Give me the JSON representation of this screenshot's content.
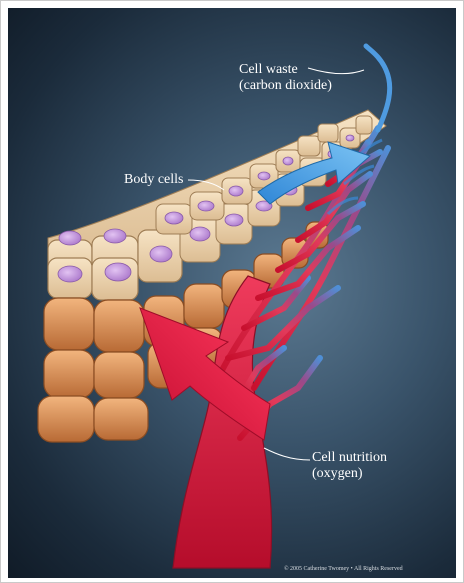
{
  "labels": {
    "cell_waste": [
      "Cell waste",
      "(carbon dioxide)"
    ],
    "body_cells": "Body cells",
    "cell_nutrition": [
      "Cell nutrition",
      "(oxygen)"
    ]
  },
  "credit": "© 2005 Catherine Twomey • All Rights Reserved",
  "colors": {
    "background_top": "#3a546b",
    "cell_tissue": "#e8c898",
    "nucleus": "#c79be0",
    "artery_red": "#e0203f",
    "vein_blue": "#3a8ad8",
    "oxygen_arrow": "#e4173b",
    "waste_arrow": "#3f9be2"
  }
}
